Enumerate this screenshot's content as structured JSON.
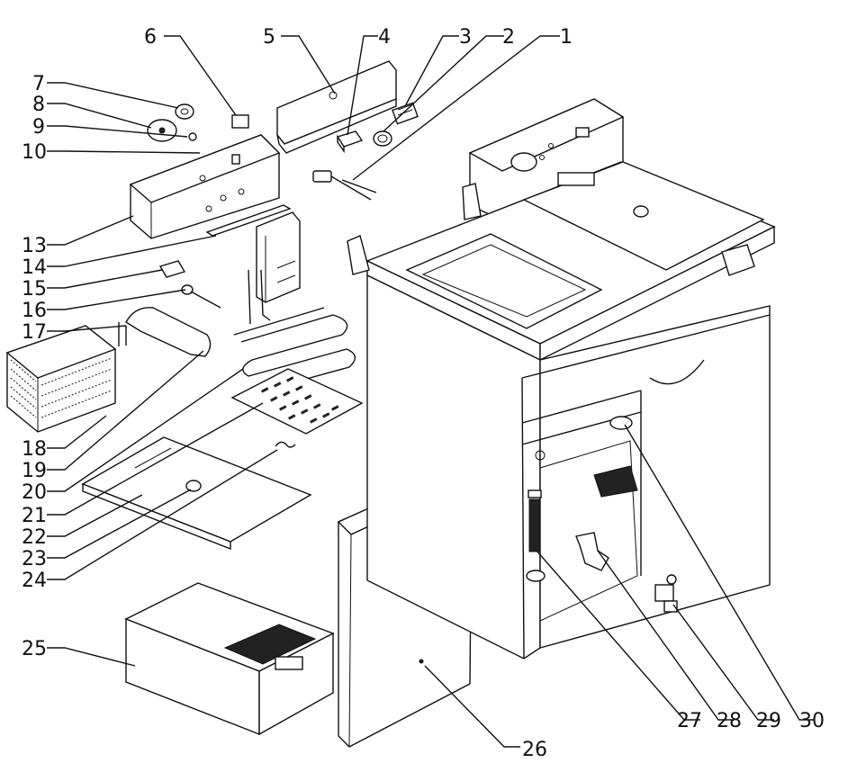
{
  "diagram": {
    "labels": {
      "1": "1",
      "2": "2",
      "3": "3",
      "4": "4",
      "5": "5",
      "6": "6",
      "7": "7",
      "8": "8",
      "9": "9",
      "10": "10",
      "13": "13",
      "14": "14",
      "15": "15",
      "16": "16",
      "17": "17",
      "18": "18",
      "19": "19",
      "20": "20",
      "21": "21",
      "22": "22",
      "23": "23",
      "24": "24",
      "25": "25",
      "26": "26",
      "27": "27",
      "28": "28",
      "29": "29",
      "30": "30"
    }
  }
}
